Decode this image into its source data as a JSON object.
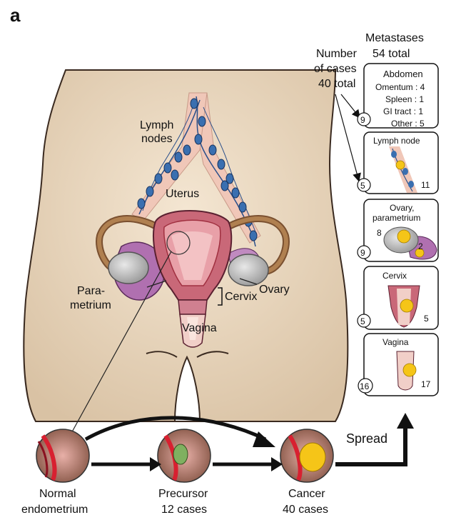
{
  "panel_label": "a",
  "metastases": {
    "title": "Metastases",
    "total": "54 total"
  },
  "cases_header": {
    "line1": "Number",
    "line2": "of cases",
    "line3": "40 total"
  },
  "anatomy": {
    "lymph_nodes_1": "Lymph",
    "lymph_nodes_2": "nodes",
    "uterus": "Uterus",
    "parametrium_1": "Para-",
    "parametrium_2": "metrium",
    "cervix": "Cervix",
    "ovary": "Ovary",
    "vagina": "Vagina"
  },
  "boxes": [
    {
      "title": "Abdomen",
      "cases": "9",
      "lines": [
        "Omentum : 4",
        "Spleen : 1",
        "GI tract : 1",
        "Other : 5"
      ]
    },
    {
      "title": "Lymph node",
      "cases": "5",
      "count": "11"
    },
    {
      "title_1": "Ovary,",
      "title_2": "parametrium",
      "cases": "9",
      "count_a": "8",
      "count_b": "2"
    },
    {
      "title": "Cervix",
      "cases": "5",
      "count": "5"
    },
    {
      "title": "Vagina",
      "cases": "16",
      "count": "17"
    }
  ],
  "progression": {
    "normal_1": "Normal",
    "normal_2": "endometrium",
    "precursor_1": "Precursor",
    "precursor_2": "12 cases",
    "cancer_1": "Cancer",
    "cancer_2": "40 cases",
    "spread": "Spread"
  },
  "colors": {
    "skin": "#e8d5bd",
    "uterus": "#c06070",
    "ovary": "#c9c9c9",
    "parametrium": "#b070b0",
    "lymph": "#3a6fb0",
    "tumor": "#f5c518"
  }
}
